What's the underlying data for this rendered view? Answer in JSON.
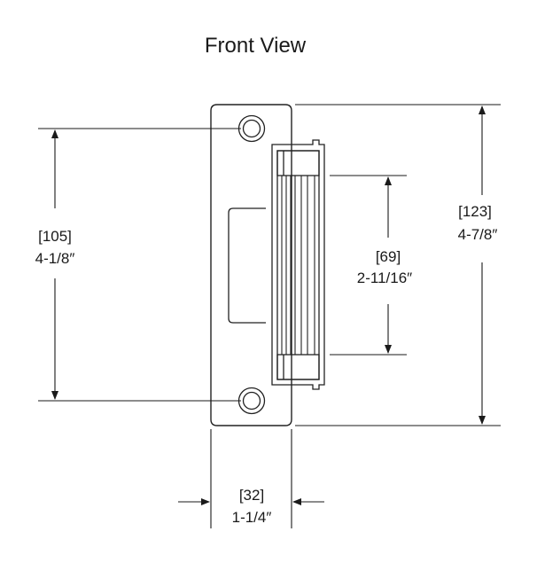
{
  "title": "Front View",
  "dimensions": {
    "hole_spacing": {
      "metric": "[105]",
      "imperial": "4-1/8″"
    },
    "keeper_opening": {
      "metric": "[69]",
      "imperial": "2-11/16″"
    },
    "overall_height": {
      "metric": "[123]",
      "imperial": "4-7/8″"
    },
    "faceplate_width": {
      "metric": "[32]",
      "imperial": "1-1/4″"
    }
  }
}
